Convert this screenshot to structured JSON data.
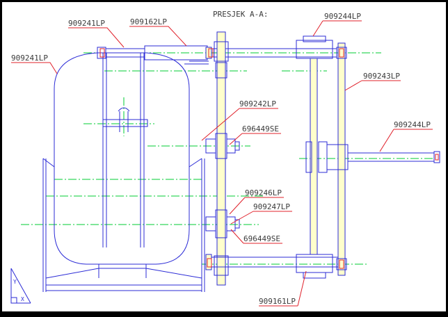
{
  "drawing": {
    "section_title": "PRESJEK A-A:",
    "colors": {
      "outline": "#2b2bd6",
      "centerline": "#00cc33",
      "leader": "#e0202a",
      "text": "#3a3a3a",
      "frame": "#000000",
      "fill_yellow": "#ffffcc"
    },
    "labels": {
      "l909241a": "909241LP",
      "l909162": "909162LP",
      "l909244top": "909244LP",
      "l909241b": "909241LP",
      "l909243": "909243LP",
      "l909242": "909242LP",
      "l696449a": "696449SE",
      "l909244right": "909244LP",
      "l909246": "909246LP",
      "l909247": "909247LP",
      "l696449b": "696449SE",
      "l909161": "909161LP"
    }
  }
}
